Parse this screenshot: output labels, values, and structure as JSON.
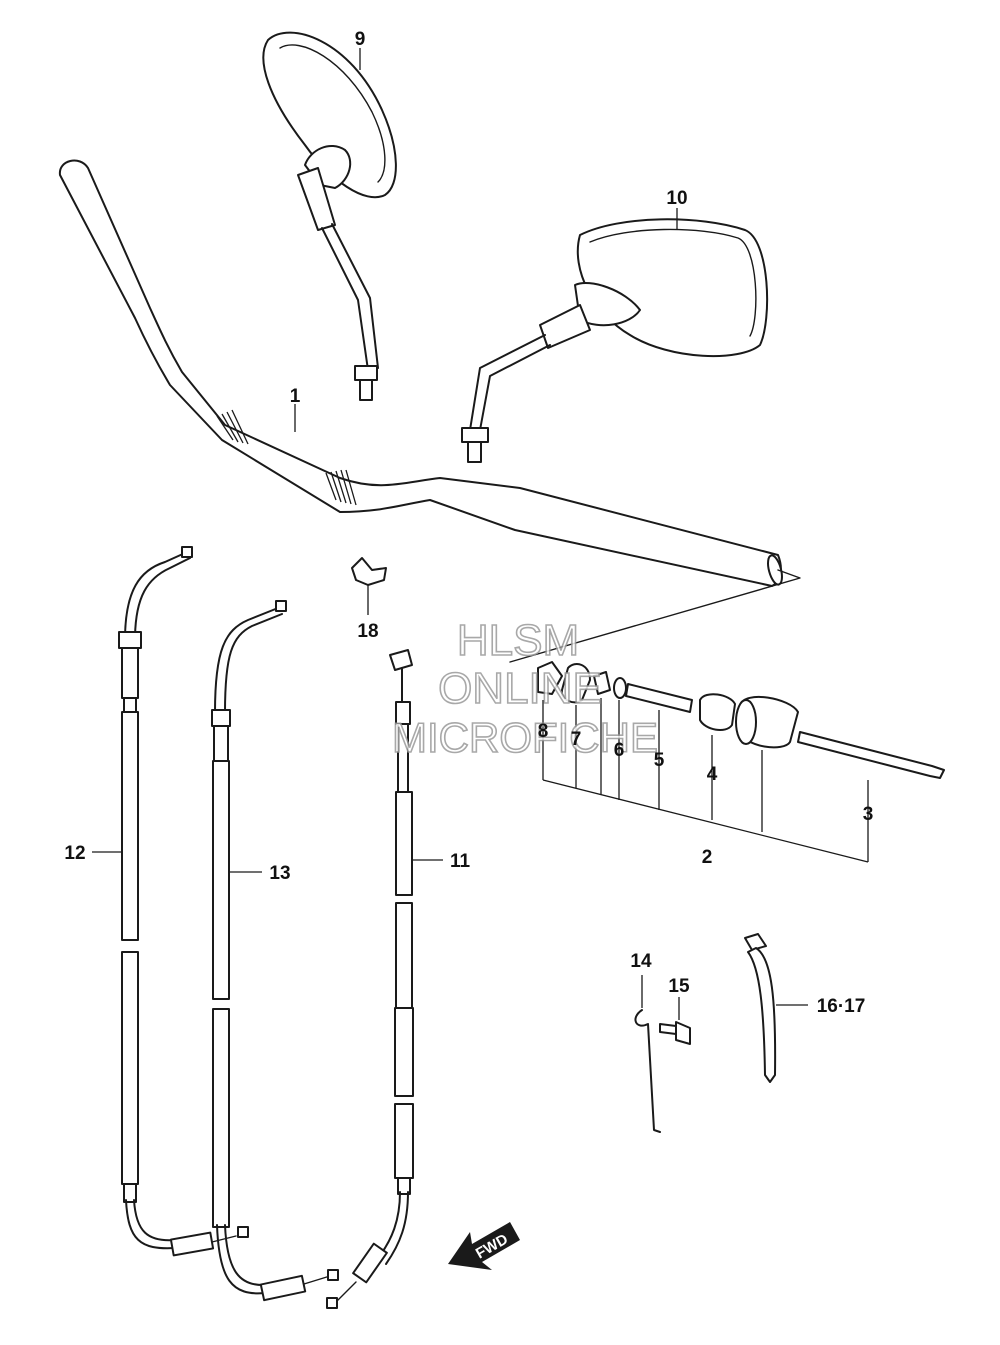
{
  "callouts": {
    "c1": "1",
    "c2": "2",
    "c3": "3",
    "c4": "4",
    "c5": "5",
    "c6": "6",
    "c7": "7",
    "c8": "8",
    "c9": "9",
    "c10": "10",
    "c11": "11",
    "c12": "12",
    "c13": "13",
    "c14": "14",
    "c15": "15",
    "c16": "16·17",
    "c18": "18"
  },
  "watermark": {
    "line1": "HLSM",
    "line2": "ONLINE",
    "line3": "MICROFICHE"
  },
  "fwd": {
    "label": "FWD"
  },
  "colors": {
    "line": "#1a1a1a",
    "background": "#ffffff",
    "watermark_outline": "#9a9a9a"
  }
}
